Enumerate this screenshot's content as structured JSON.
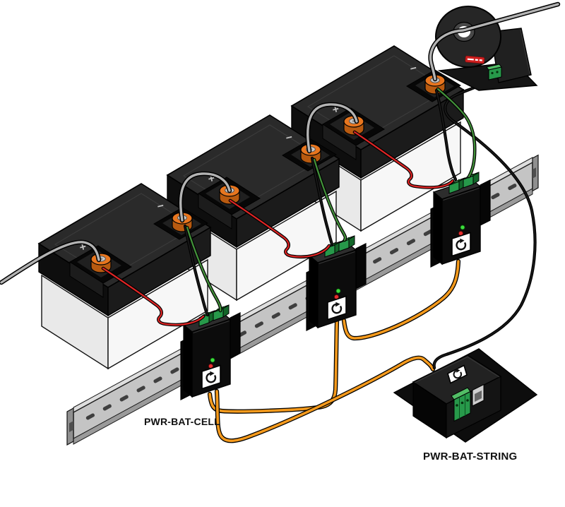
{
  "diagram": {
    "labels": {
      "cell_module": "PWR-BAT-CELL",
      "string_controller": "PWR-BAT-STRING"
    },
    "battery": {
      "count": 3,
      "plus_mark": "+",
      "minus_mark": "−"
    },
    "modules": {
      "cell_module_count": 3,
      "leds": [
        "green",
        "red"
      ]
    },
    "colors": {
      "background": "#ffffff",
      "battery_body_left": "#e9e9e9",
      "battery_body_right": "#f7f7f7",
      "battery_lid_top": "#2a2a2a",
      "battery_lid_left": "#0e0e0e",
      "battery_lid_right": "#1b1b1b",
      "terminal_orange": "#e8761f",
      "terminal_orange_dark": "#b85a10",
      "cable_gray": "#b3b3b3",
      "wire_positive_red": "#e02525",
      "wire_negative_black": "#1a1a1a",
      "wire_sense_green": "#43933b",
      "bus_orange": "#f59a1c",
      "terminal_block_green": "#27994a",
      "terminal_block_green_light": "#52bd66",
      "terminal_block_green_dark": "#14662a",
      "led_green": "#3ddc3d",
      "led_red": "#e62e2e",
      "module_black": "#0c0c0c",
      "rail_gray": "#c4c4c4",
      "rail_slot": "#3f3f3f",
      "ct_label_red": "#cf1f1f",
      "label_text": "#111111"
    }
  }
}
